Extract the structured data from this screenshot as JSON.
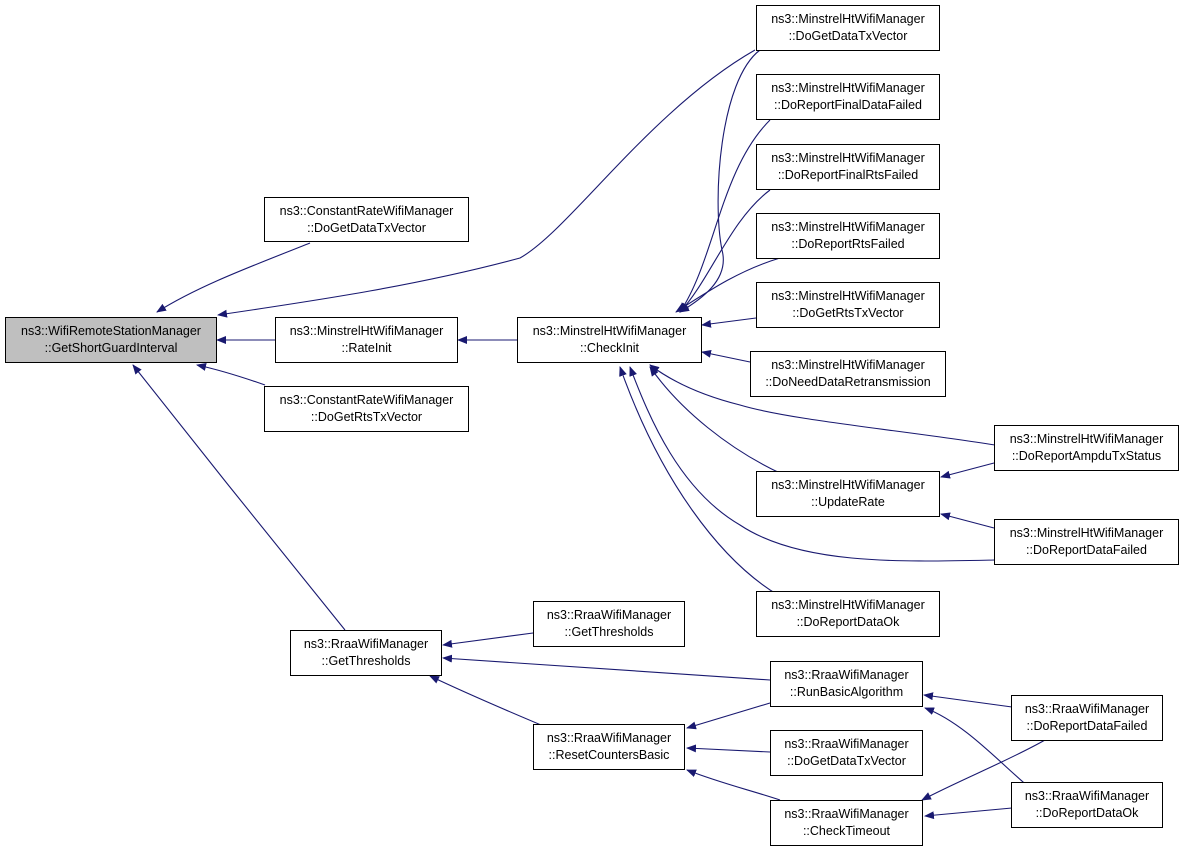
{
  "colors": {
    "edge": "#191970",
    "root_fill": "#bfbfbf",
    "node_fill": "#ffffff",
    "border": "#000000"
  },
  "nodes": {
    "root": {
      "line1": "ns3::WifiRemoteStationManager",
      "line2": "::GetShortGuardInterval"
    },
    "crw_datatx": {
      "line1": "ns3::ConstantRateWifiManager",
      "line2": "::DoGetDataTxVector"
    },
    "mht_rateinit": {
      "line1": "ns3::MinstrelHtWifiManager",
      "line2": "::RateInit"
    },
    "crw_rtstx": {
      "line1": "ns3::ConstantRateWifiManager",
      "line2": "::DoGetRtsTxVector"
    },
    "mht_checkinit": {
      "line1": "ns3::MinstrelHtWifiManager",
      "line2": "::CheckInit"
    },
    "mht_datatx": {
      "line1": "ns3::MinstrelHtWifiManager",
      "line2": "::DoGetDataTxVector"
    },
    "mht_finaldata": {
      "line1": "ns3::MinstrelHtWifiManager",
      "line2": "::DoReportFinalDataFailed"
    },
    "mht_finalrts": {
      "line1": "ns3::MinstrelHtWifiManager",
      "line2": "::DoReportFinalRtsFailed"
    },
    "mht_rtsfailed": {
      "line1": "ns3::MinstrelHtWifiManager",
      "line2": "::DoReportRtsFailed"
    },
    "mht_rtstx": {
      "line1": "ns3::MinstrelHtWifiManager",
      "line2": "::DoGetRtsTxVector"
    },
    "mht_needretx": {
      "line1": "ns3::MinstrelHtWifiManager",
      "line2": "::DoNeedDataRetransmission"
    },
    "mht_ampdu": {
      "line1": "ns3::MinstrelHtWifiManager",
      "line2": "::DoReportAmpduTxStatus"
    },
    "mht_updaterate": {
      "line1": "ns3::MinstrelHtWifiManager",
      "line2": "::UpdateRate"
    },
    "mht_datafailed": {
      "line1": "ns3::MinstrelHtWifiManager",
      "line2": "::DoReportDataFailed"
    },
    "mht_dataok": {
      "line1": "ns3::MinstrelHtWifiManager",
      "line2": "::DoReportDataOk"
    },
    "rraa_getthr": {
      "line1": "ns3::RraaWifiManager",
      "line2": "::GetThresholds"
    },
    "rraa_getthr2": {
      "line1": "ns3::RraaWifiManager",
      "line2": "::GetThresholds"
    },
    "rraa_reset": {
      "line1": "ns3::RraaWifiManager",
      "line2": "::ResetCountersBasic"
    },
    "rraa_runbasic": {
      "line1": "ns3::RraaWifiManager",
      "line2": "::RunBasicAlgorithm"
    },
    "rraa_datatx": {
      "line1": "ns3::RraaWifiManager",
      "line2": "::DoGetDataTxVector"
    },
    "rraa_checktime": {
      "line1": "ns3::RraaWifiManager",
      "line2": "::CheckTimeout"
    },
    "rraa_datafailed": {
      "line1": "ns3::RraaWifiManager",
      "line2": "::DoReportDataFailed"
    },
    "rraa_dataok": {
      "line1": "ns3::RraaWifiManager",
      "line2": "::DoReportDataOk"
    }
  }
}
